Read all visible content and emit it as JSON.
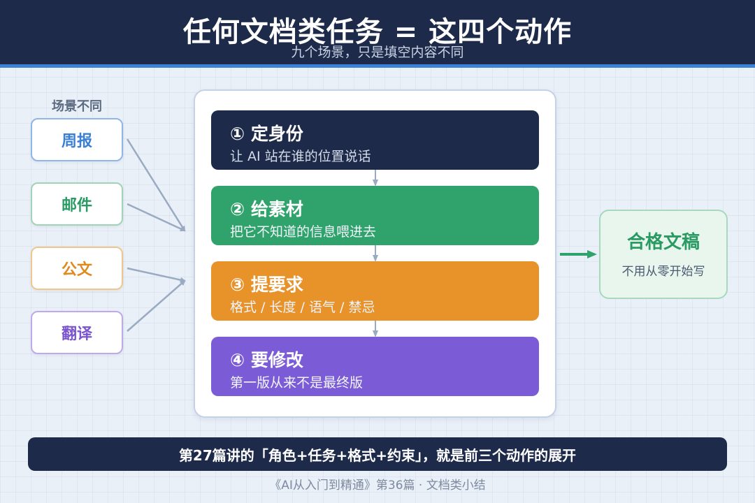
{
  "header": {
    "title": "任何文档类任务 = 这四个动作",
    "subtitle": "九个场景，只是填空内容不同"
  },
  "scenes": {
    "label": "场景不同",
    "items": [
      {
        "label": "周报",
        "color": "#3b7fd4",
        "border": "#8fb6e6"
      },
      {
        "label": "邮件",
        "color": "#2a9a63",
        "border": "#9fd4b6"
      },
      {
        "label": "公文",
        "color": "#e08a1e",
        "border": "#f0c68c"
      },
      {
        "label": "翻译",
        "color": "#7a55cf",
        "border": "#bfa9ea"
      }
    ]
  },
  "steps": [
    {
      "title": "① 定身份",
      "desc": "让 AI 站在谁的位置说话"
    },
    {
      "title": "② 给素材",
      "desc": "把它不知道的信息喂进去"
    },
    {
      "title": "③ 提要求",
      "desc": "格式 / 长度 / 语气 / 禁忌"
    },
    {
      "title": "④ 要修改",
      "desc": "第一版从来不是最终版"
    }
  ],
  "result": {
    "title": "合格文稿",
    "desc": "不用从零开始写"
  },
  "banner": {
    "text": "第27篇讲的「角色+任务+格式+约束」，就是前三个动作的展开"
  },
  "footer": {
    "text": "《AI从入门到精通》第36篇 · 文档类小结"
  },
  "colors": {
    "navy": "#1e2a4a",
    "accent_blue": "#3b82d6",
    "green": "#2fa36b",
    "orange": "#e8922a",
    "purple": "#7c5cd6",
    "connector": "#9aaac2",
    "result_arrow": "#2fa36b"
  }
}
